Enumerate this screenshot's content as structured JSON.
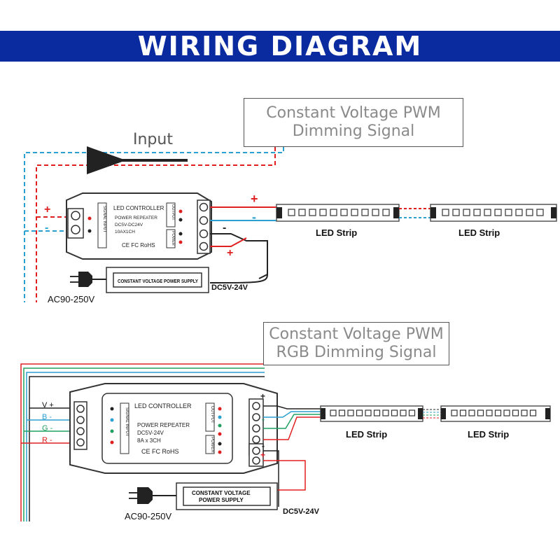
{
  "title": "WIRING DIAGRAM",
  "colors": {
    "banner": "#0a2aa0",
    "positive": "#e02020",
    "negative": "#2aa0d0",
    "green": "#20a060"
  },
  "diagram1": {
    "signal_box": {
      "line1": "Constant Voltage PWM",
      "line2": "Dimming Signal"
    },
    "input_label": "Input",
    "plus": "+",
    "minus": "-",
    "controller": {
      "title": "LED CONTROLLER",
      "line2": "POWER REPEATER",
      "line3": "DC5V-DC24V",
      "line4": "10AX1CH",
      "marks": "CE FC RoHS",
      "input_side": "SIGNAL INPUT",
      "output_label": "OUTPUT",
      "power_label": "POWER"
    },
    "power_supply": "CONSTANT VOLTAGE POWER SUPPLY",
    "dc_label": "DC5V-24V",
    "ac_label": "AC90-250V",
    "strip1": "LED Strip",
    "strip2": "LED Strip"
  },
  "diagram2": {
    "signal_box": {
      "line1": "Constant Voltage PWM",
      "line2": "RGB Dimming Signal"
    },
    "inputs": [
      "V +",
      "B -",
      "G -",
      "R -"
    ],
    "controller": {
      "title": "LED CONTROLLER",
      "line2": "POWER REPEATER",
      "line3": "DC5V-24V",
      "line4": "8A x 3CH",
      "marks": "CE FC RoHS",
      "input_side": "SIGNAL INPUT",
      "output_label": "OUTPUT",
      "power_label": "POWER"
    },
    "power_supply": {
      "line1": "CONSTANT VOLTAGE",
      "line2": "POWER SUPPLY"
    },
    "dc_label": "DC5V-24V",
    "ac_label": "AC90-250V",
    "strip1": "LED Strip",
    "strip2": "LED Strip"
  }
}
